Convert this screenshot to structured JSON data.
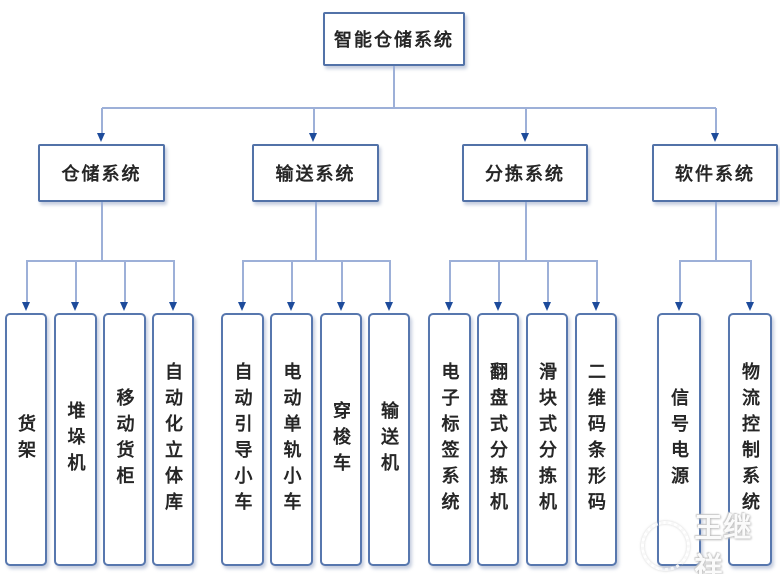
{
  "diagram": {
    "root": {
      "label": "智能仓储系统"
    },
    "branches": [
      {
        "label": "仓储系统",
        "children": [
          {
            "label": "货架"
          },
          {
            "label": "堆垛机"
          },
          {
            "label": "移动货柜"
          },
          {
            "label": "自动化立体库"
          }
        ]
      },
      {
        "label": "输送系统",
        "children": [
          {
            "label": "自动引导小车"
          },
          {
            "label": "电动单轨小车"
          },
          {
            "label": "穿梭车"
          },
          {
            "label": "输送机"
          }
        ]
      },
      {
        "label": "分拣系统",
        "children": [
          {
            "label": "电子标签系统"
          },
          {
            "label": "翻盘式分拣机"
          },
          {
            "label": "滑块式分拣机"
          },
          {
            "label": "二维码条形码"
          }
        ]
      },
      {
        "label": "软件系统",
        "children": [
          {
            "label": "信号电源"
          },
          {
            "label": "物流控制系统"
          }
        ]
      }
    ]
  },
  "watermark": {
    "text": "王继祥"
  },
  "colors": {
    "connector_line": "#9db0d8",
    "arrowhead": "#1d4b9b",
    "node_border": "#5272a8",
    "node_text": "#262626",
    "background": "#ffffff"
  }
}
